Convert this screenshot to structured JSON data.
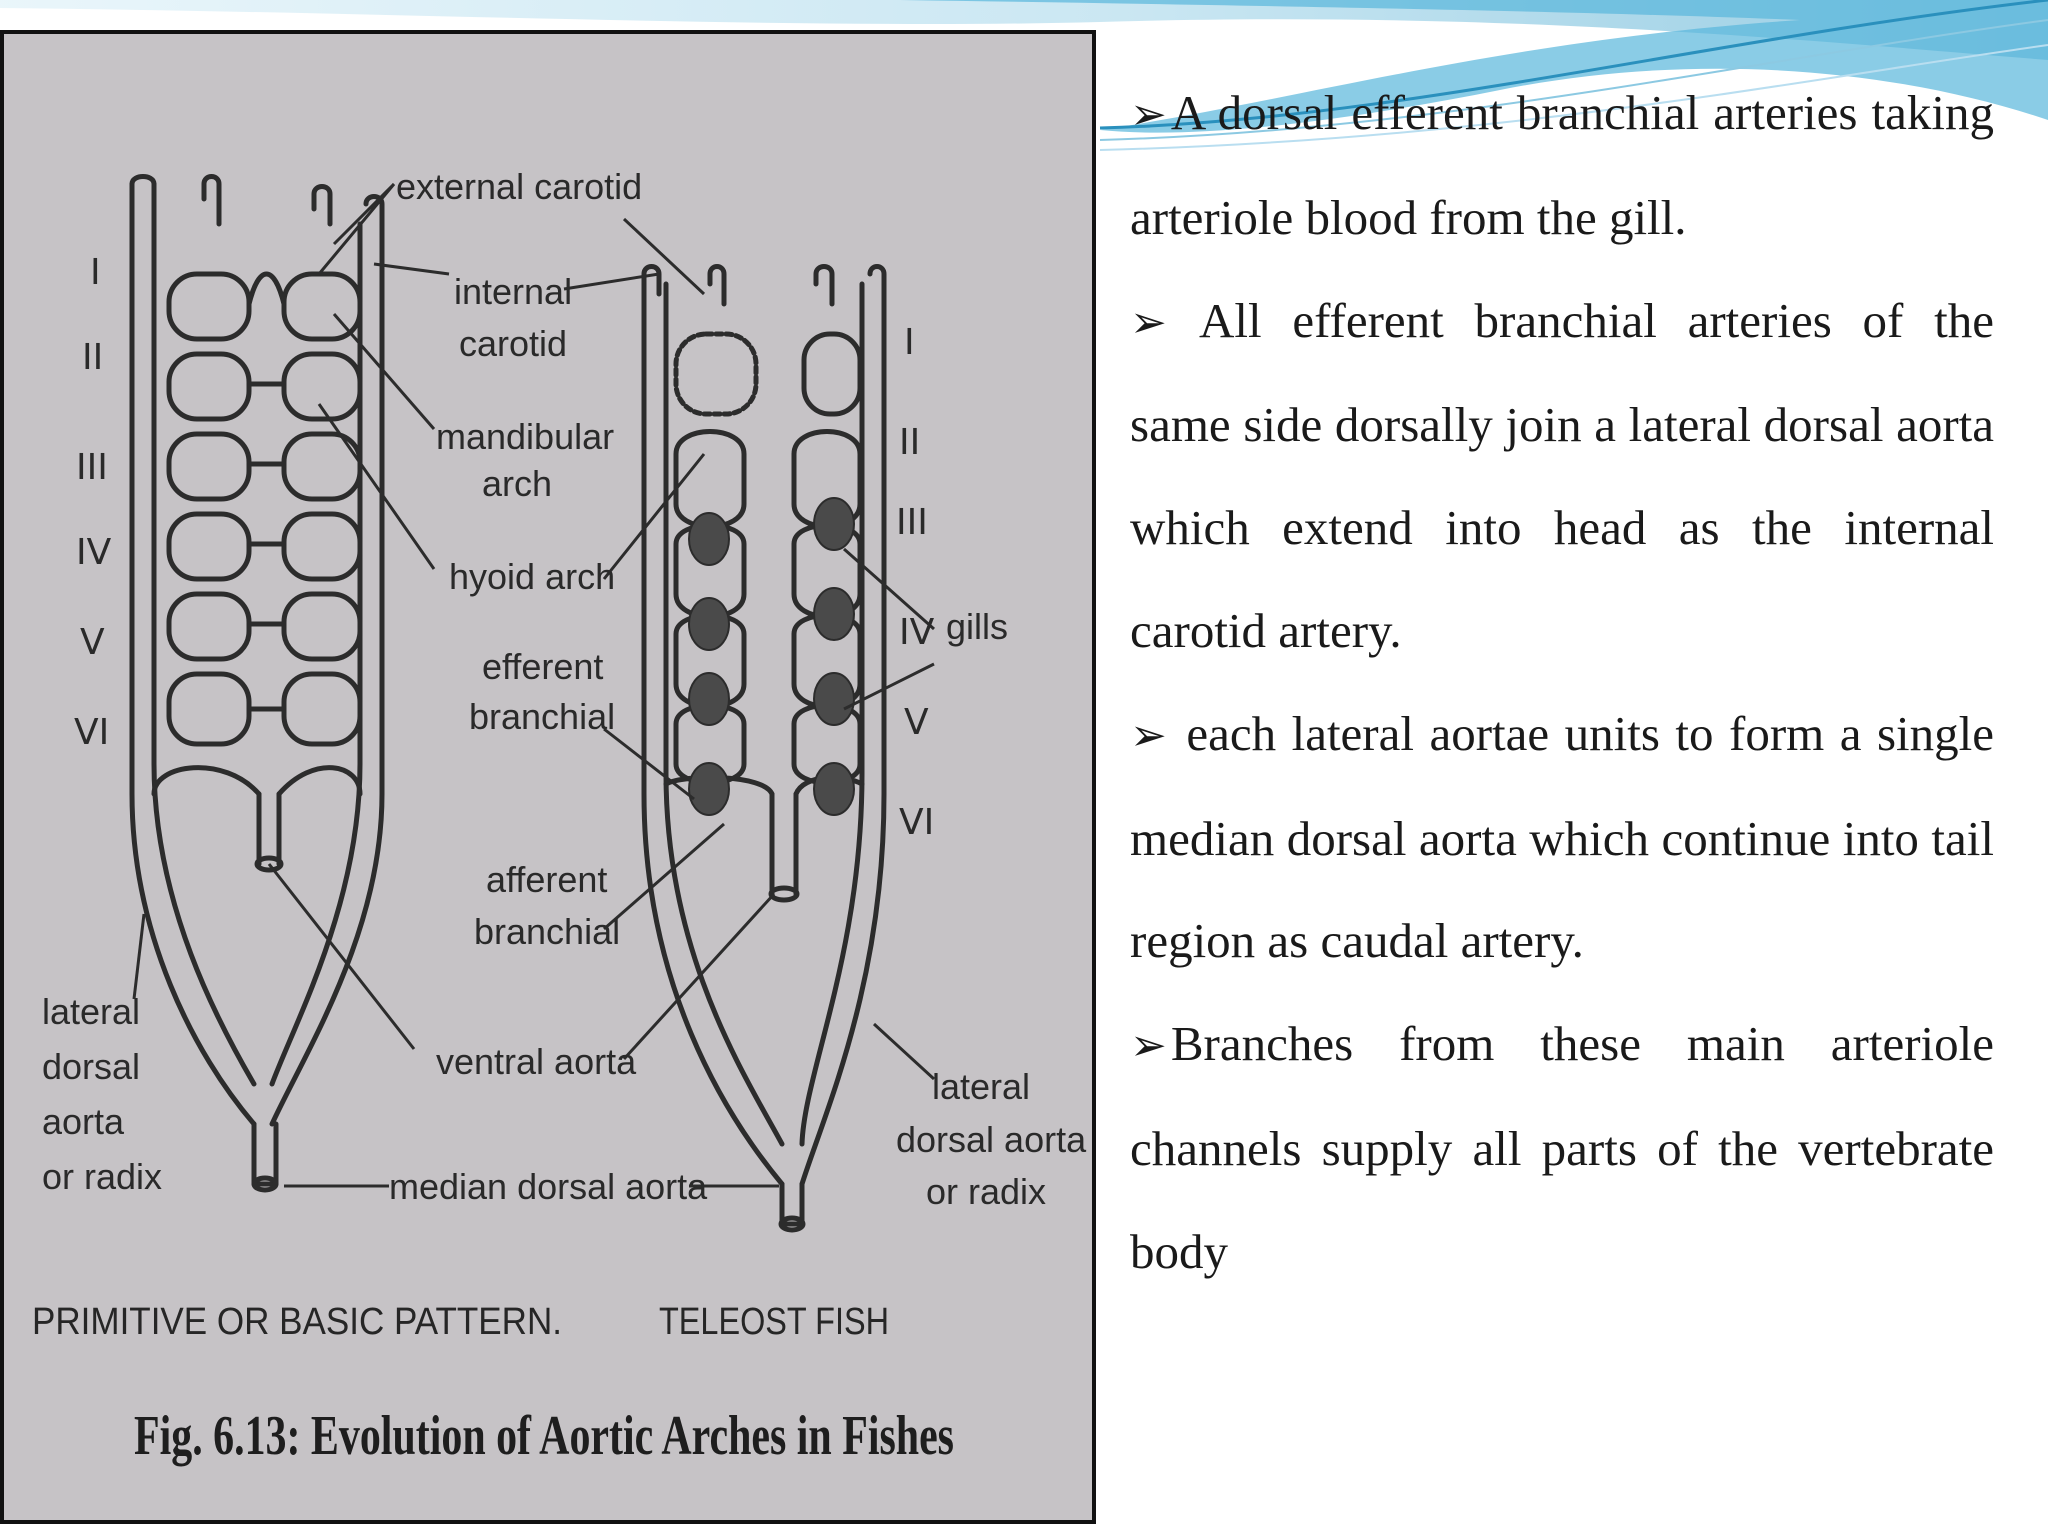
{
  "slide": {
    "bullets": [
      {
        "marker": "➢",
        "text": "A dorsal efferent branchial arteries taking arteriole blood from the gill."
      },
      {
        "marker": "➢",
        "text": "All efferent branchial arteries of the same side dorsally join a lateral dorsal aorta  which extend into head as the internal carotid artery."
      },
      {
        "marker": "➢",
        "text": "each lateral aortae units to form a single median dorsal aorta which continue into tail region as caudal artery."
      },
      {
        "marker": "➢",
        "text": "Branches from these main arteriole channels supply all parts of the vertebrate body"
      }
    ]
  },
  "figure": {
    "caption": "Fig. 6.13: Evolution of Aortic Arches in Fishes",
    "left_pattern": "PRIMITIVE OR BASIC PATTERN.",
    "right_pattern": "TELEOST FISH",
    "left_numerals": [
      "I",
      "II",
      "III",
      "IV",
      "V",
      "VI"
    ],
    "right_numerals": [
      "I",
      "II",
      "III",
      "IV",
      "V",
      "VI"
    ],
    "labels": {
      "external_carotid": "external carotid",
      "internal_carotid_1": "internal",
      "internal_carotid_2": "carotid",
      "mandibular_1": "mandibular",
      "mandibular_2": "arch",
      "hyoid": "hyoid arch",
      "efferent_1": "efferent",
      "efferent_2": "branchial",
      "afferent_1": "afferent",
      "afferent_2": "branchial",
      "ventral_aorta": "ventral aorta",
      "median_dorsal_aorta": "median dorsal aorta",
      "gills": "gills",
      "lateral_left_1": "lateral",
      "lateral_left_2": "dorsal",
      "lateral_left_3": "aorta",
      "lateral_left_4": "or radix",
      "lateral_right_1": "lateral",
      "lateral_right_2": "dorsal aorta",
      "lateral_right_3": "or radix"
    }
  },
  "colors": {
    "figure_bg": "#c6c3c6",
    "ink": "#2a2a2a",
    "wave": "#5ab4d6"
  }
}
